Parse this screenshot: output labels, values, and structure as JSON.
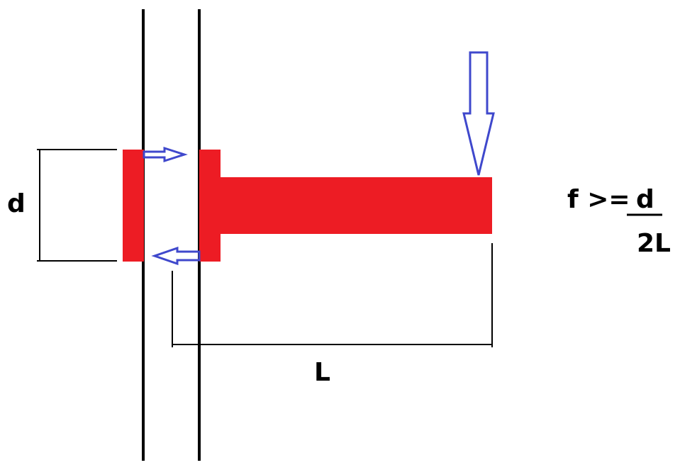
{
  "labels": {
    "gap_dimension": "d",
    "length_dimension": "L"
  },
  "formula": {
    "lhs": "f >=",
    "numerator": "d",
    "denominator": "2L"
  },
  "colors": {
    "background": "#ffffff",
    "line": "#000000",
    "bracket": "#ed1c24",
    "force_arrow": "#3f48cc",
    "text": "#000000"
  }
}
